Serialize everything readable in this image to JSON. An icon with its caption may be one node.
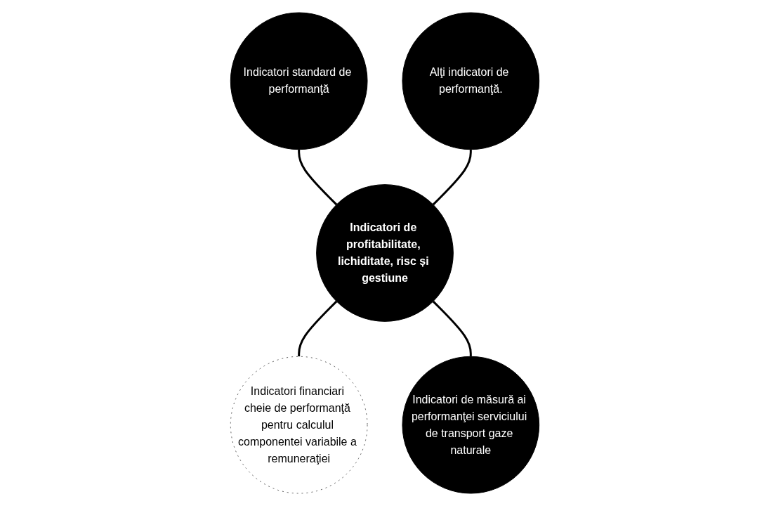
{
  "diagram": {
    "nodes": [
      {
        "text": [
          "Indicatori standard de performanţă"
        ]
      },
      {
        "text": [
          "Alţi indicatori de performanţă."
        ]
      },
      {
        "text": [
          "Indicatori de profitabilitate, lichiditate, risc și gestiune"
        ]
      },
      {
        "text": [
          "Indicatori financiari cheie de performanţă pentru calculul componentei variabile a remuneraţiei"
        ]
      },
      {
        "text": [
          "Indicatori de măsură ai performanţei serviciului de transport gaze naturale"
        ]
      }
    ],
    "edges": [
      {
        "from": 0,
        "to": 2,
        "arrow": "none"
      },
      {
        "from": 1,
        "to": 2,
        "arrow": "none"
      },
      {
        "from": 2,
        "to": 3,
        "arrow": "none"
      },
      {
        "from": 2,
        "to": 4,
        "arrow": "none"
      }
    ]
  }
}
